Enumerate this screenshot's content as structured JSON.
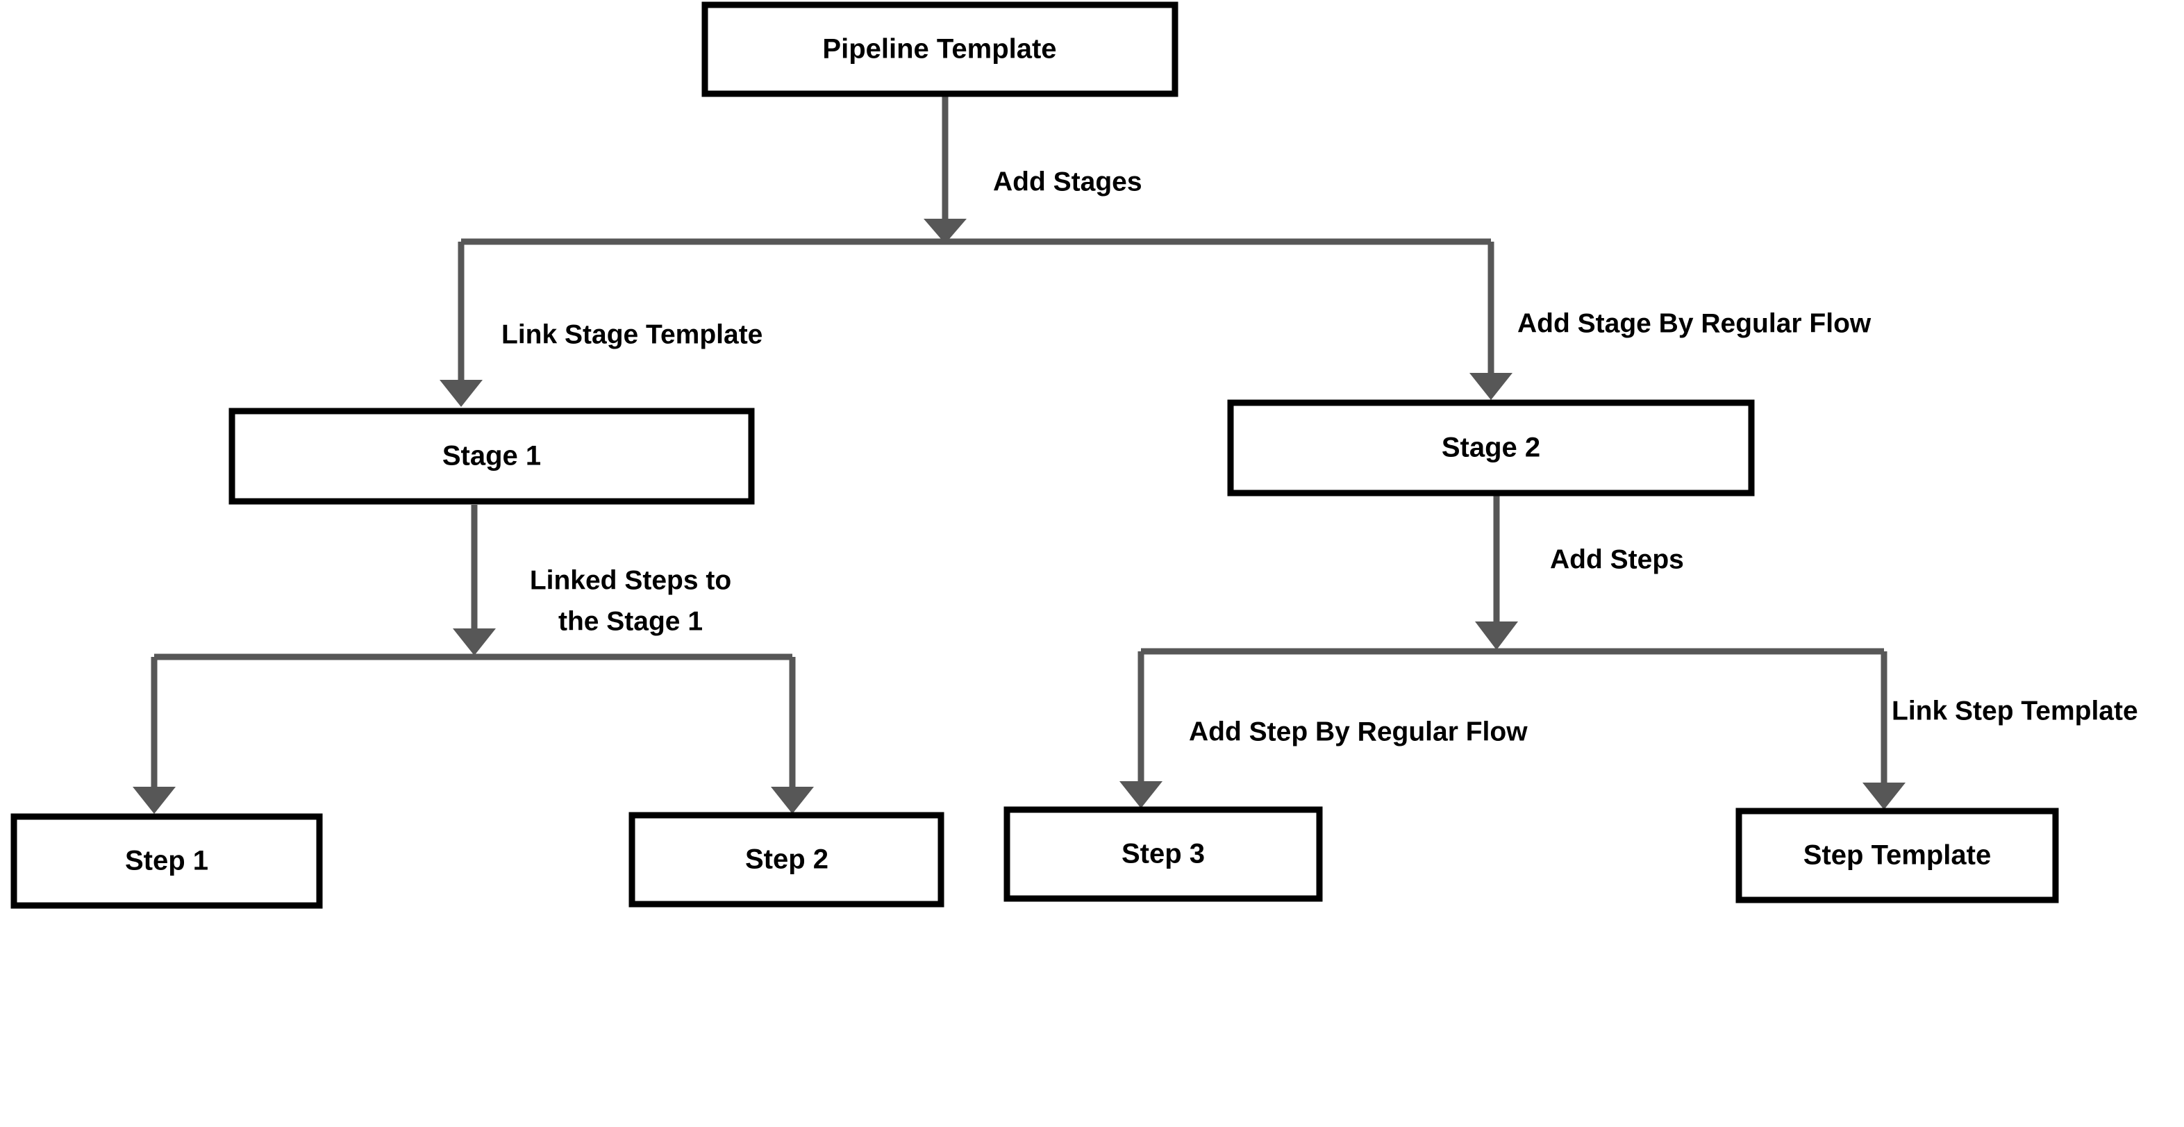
{
  "diagram": {
    "title": "Pipeline Template Flow Diagram",
    "type": "flowchart",
    "background_color": "#ffffff",
    "node_border_color": "#000000",
    "node_fill_color": "#ffffff",
    "connector_color": "#575757",
    "text_color": "#000000"
  },
  "nodes": {
    "pipeline_template": {
      "label": "Pipeline Template"
    },
    "stage_1": {
      "label": "Stage 1"
    },
    "stage_2": {
      "label": "Stage 2"
    },
    "step_1": {
      "label": "Step 1"
    },
    "step_2": {
      "label": "Step 2"
    },
    "step_3": {
      "label": "Step 3"
    },
    "step_template": {
      "label": "Step Template"
    }
  },
  "edges": {
    "add_stages": {
      "label": "Add Stages",
      "from": "Pipeline Template",
      "to": "Stages"
    },
    "link_stage_template": {
      "label": "Link Stage Template",
      "from": "Pipeline Template",
      "to": "Stage 1"
    },
    "add_stage_by_regular_flow": {
      "label": "Add Stage By Regular Flow",
      "from": "Pipeline Template",
      "to": "Stage 2"
    },
    "linked_steps_line_1": {
      "label": "Linked Steps to"
    },
    "linked_steps_line_2": {
      "label": "the Stage 1"
    },
    "add_steps": {
      "label": "Add Steps",
      "from": "Stage 2",
      "to": "Steps"
    },
    "add_step_by_regular_flow": {
      "label": "Add Step By Regular Flow",
      "from": "Stage 2",
      "to": "Step 3"
    },
    "link_step_template": {
      "label": "Link Step Template",
      "from": "Stage 2",
      "to": "Step Template"
    }
  }
}
